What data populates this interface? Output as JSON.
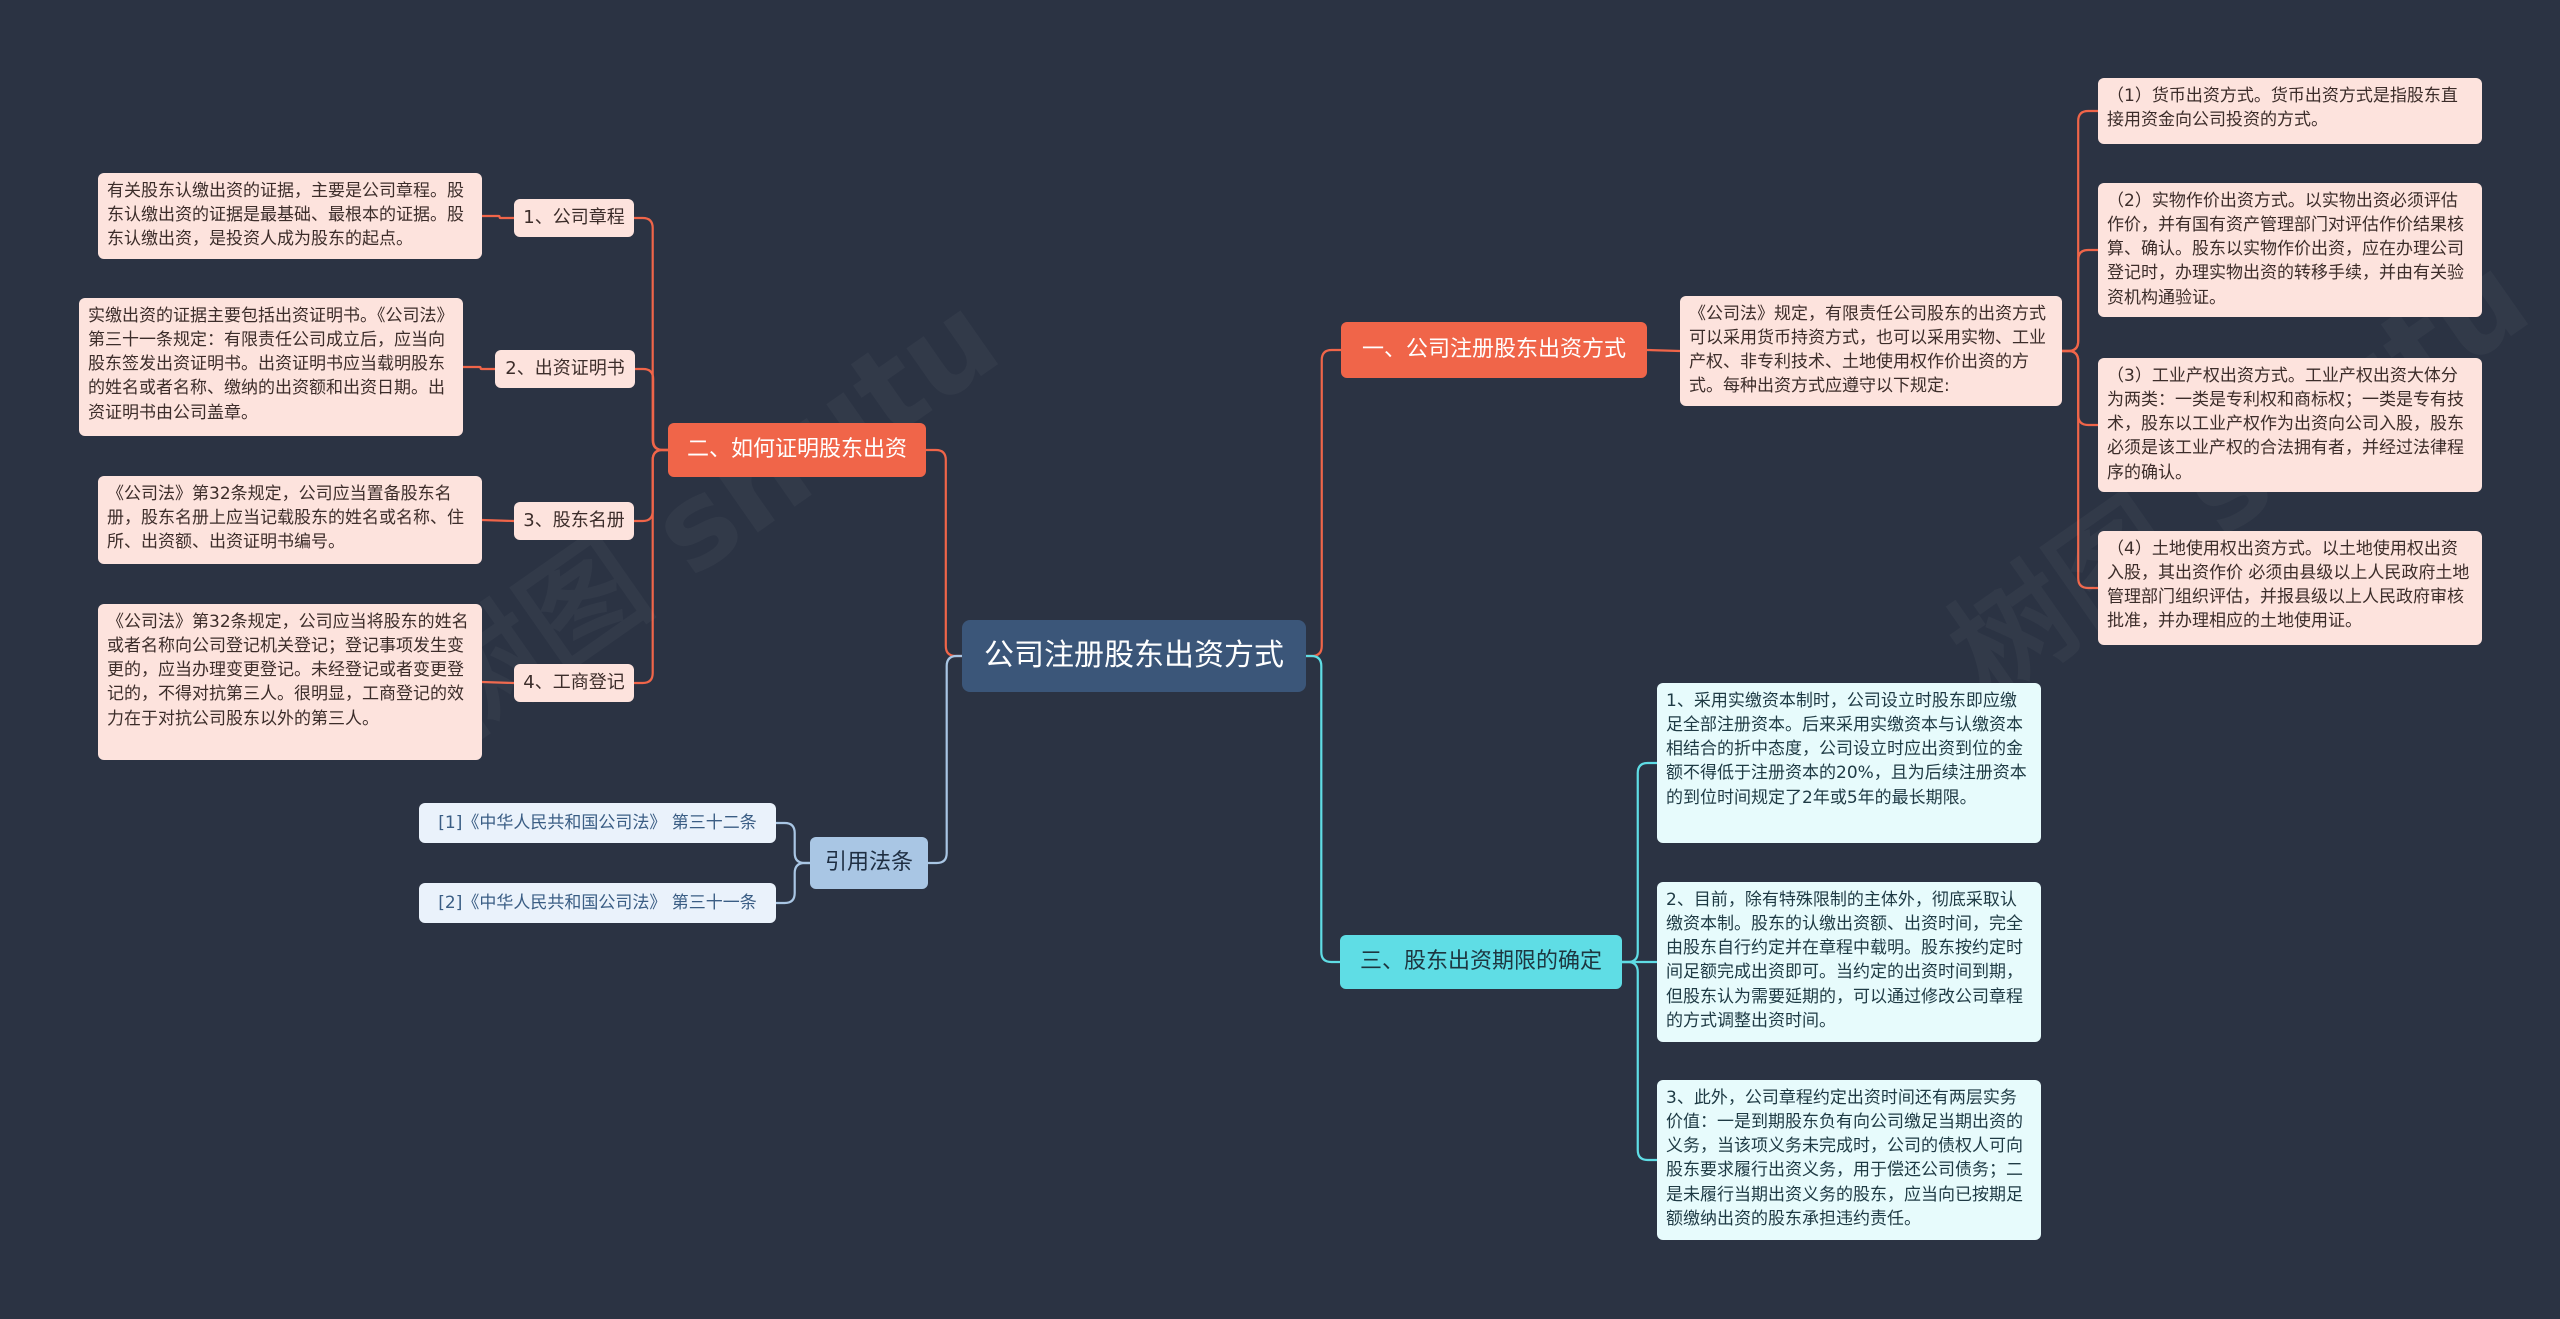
{
  "root": {
    "label": "公司注册股东出资方式"
  },
  "branches": {
    "b1": {
      "label": "一、公司注册股东出资方式",
      "intro": "《公司法》规定，有限责任公司股东的出资方式可以采用货币持资方式，也可以采用实物、工业产权、非专利技术、土地使用权作价出资的方式。每种出资方式应遵守以下规定:",
      "items": [
        "（1）货币出资方式。货币出资方式是指股东直接用资金向公司投资的方式。",
        "（2）实物作价出资方式。以实物出资必须评估作价，并有国有资产管理部门对评估作价结果核算、确认。股东以实物作价出资，应在办理公司登记时，办理实物出资的转移手续，并由有关验资机构通验证。",
        "（3）工业产权出资方式。工业产权出资大体分为两类：一类是专利权和商标权；一类是专有技术，股东以工业产权作为出资向公司入股，股东必须是该工业产权的合法拥有者，并经过法律程序的确认。",
        "（4）土地使用权出资方式。以土地使用权出资入股，其出资作价 必须由县级以上人民政府土地管理部门组织评估，并报县级以上人民政府审核批准，并办理相应的土地使用证。"
      ]
    },
    "b2": {
      "label": "二、如何证明股东出资",
      "subs": [
        {
          "label": "1、公司章程",
          "text": "有关股东认缴出资的证据，主要是公司章程。股东认缴出资的证据是最基础、最根本的证据。股东认缴出资，是投资人成为股东的起点。"
        },
        {
          "label": "2、出资证明书",
          "text": "实缴出资的证据主要包括出资证明书。《公司法》第三十一条规定：有限责任公司成立后，应当向股东签发出资证明书。出资证明书应当载明股东的姓名或者名称、缴纳的出资额和出资日期。出资证明书由公司盖章。"
        },
        {
          "label": "3、股东名册",
          "text": "《公司法》第32条规定，公司应当置备股东名册，股东名册上应当记载股东的姓名或名称、住所、出资额、出资证明书编号。"
        },
        {
          "label": "4、工商登记",
          "text": "《公司法》第32条规定，公司应当将股东的姓名或者名称向公司登记机关登记；登记事项发生变更的，应当办理变更登记。未经登记或者变更登记的，不得对抗第三人。很明显，工商登记的效力在于对抗公司股东以外的第三人。"
        }
      ]
    },
    "b3": {
      "label": "三、股东出资期限的确定",
      "items": [
        "1、采用实缴资本制时，公司设立时股东即应缴足全部注册资本。后来采用实缴资本与认缴资本相结合的折中态度，公司设立时应出资到位的金额不得低于注册资本的20%，且为后续注册资本的到位时间规定了2年或5年的最长期限。",
        "2、目前，除有特殊限制的主体外，彻底采取认缴资本制。股东的认缴出资额、出资时间，完全由股东自行约定并在章程中载明。股东按约定时间足额完成出资即可。当约定的出资时间到期，但股东认为需要延期的，可以通过修改公司章程的方式调整出资时间。",
        "3、此外，公司章程约定出资时间还有两层实务价值：一是到期股东负有向公司缴足当期出资的义务，当该项义务未完成时，公司的债权人可向股东要求履行出资义务，用于偿还公司债务；二是未履行当期出资义务的股东，应当向已按期足额缴纳出资的股东承担违约责任。"
      ]
    },
    "b4": {
      "label": "引用法条",
      "items": [
        "[1]《中华人民共和国公司法》 第三十二条",
        "[2]《中华人民共和国公司法》 第三十一条"
      ]
    }
  },
  "colors": {
    "background": "#2b3343",
    "root": "#3b5679",
    "branch_red": "#f06549",
    "branch_blue": "#a9c6e4",
    "branch_cyan": "#5fdde5",
    "leaf_pink": "#fde3dd",
    "leaf_cyan": "#e7fbfc",
    "leaf_ref": "#eaf2fb"
  }
}
